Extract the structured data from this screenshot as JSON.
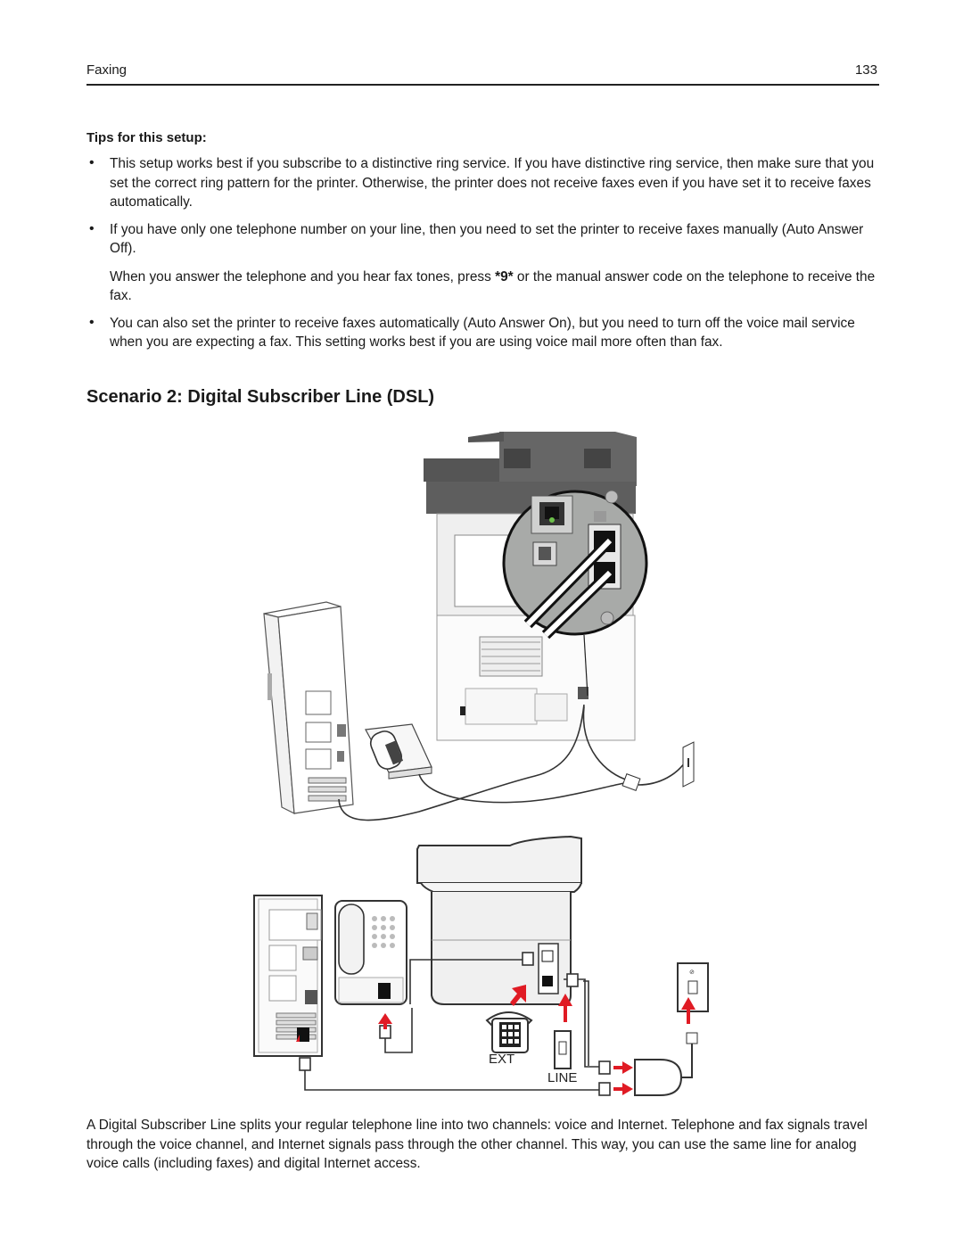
{
  "header": {
    "section": "Faxing",
    "page_number": "133"
  },
  "tips": {
    "heading": "Tips for this setup:",
    "items": [
      {
        "text": "This setup works best if you subscribe to a distinctive ring service. If you have distinctive ring service, then make sure that you set the correct ring pattern for the printer. Otherwise, the printer does not receive faxes even if you have set it to receive faxes automatically."
      },
      {
        "text": "If you have only one telephone number on your line, then you need to set the printer to receive faxes manually (Auto Answer Off).",
        "sub_before": "When you answer the telephone and you hear fax tones, press ",
        "sub_code": "*9*",
        "sub_after": " or the manual answer code on the telephone to receive the fax."
      },
      {
        "text": "You can also set the printer to receive faxes automatically (Auto Answer On), but you need to turn off the voice mail service when you are expecting a fax. This setting works best if you are using voice mail more often than fax."
      }
    ]
  },
  "scenario_heading": "Scenario 2: Digital Subscriber Line (DSL)",
  "diagram": {
    "ext_label": "EXT",
    "line_label": "LINE",
    "arrow_color": "#e01b24"
  },
  "caption": "A Digital Subscriber Line splits your regular telephone line into two channels: voice and Internet. Telephone and fax signals travel through the voice channel, and Internet signals pass through the other channel. This way, you can use the same line for analog voice calls (including faxes) and digital Internet access."
}
